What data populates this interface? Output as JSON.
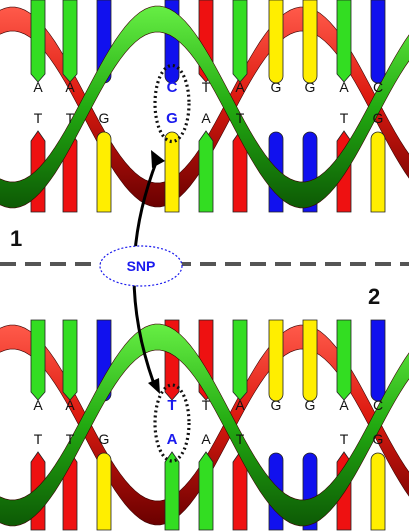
{
  "colors": {
    "A": "#33dd22",
    "T": "#ee1111",
    "C": "#1111ee",
    "G": "#ffee00",
    "backbone_red": "#cc1111",
    "backbone_green": "#22aa11",
    "snp_text": "#1a1aee",
    "divider": "#555555"
  },
  "panels": [
    {
      "label": "1",
      "pairs": [
        {
          "top": "A",
          "bottom": "T"
        },
        {
          "top": "A",
          "bottom": "T"
        },
        {
          "top": "C",
          "bottom": "G"
        },
        {
          "top": "C",
          "bottom": "G",
          "snp": true
        },
        {
          "top": "T",
          "bottom": "A"
        },
        {
          "top": "A",
          "bottom": "T"
        },
        {
          "top": "G",
          "bottom": "C"
        },
        {
          "top": "G",
          "bottom": "C"
        },
        {
          "top": "A",
          "bottom": "T"
        },
        {
          "top": "C",
          "bottom": "G"
        }
      ],
      "letters": [
        {
          "top": "A",
          "bottom": "T"
        },
        {
          "top": "A",
          "bottom": "T"
        },
        {
          "top": "",
          "bottom": "G"
        },
        {
          "top": "C",
          "bottom": "G",
          "snp": true
        },
        {
          "top": "T",
          "bottom": "A"
        },
        {
          "top": "A",
          "bottom": "T"
        },
        {
          "top": "G",
          "bottom": ""
        },
        {
          "top": "G",
          "bottom": ""
        },
        {
          "top": "A",
          "bottom": "T"
        },
        {
          "top": "C",
          "bottom": "G"
        }
      ]
    },
    {
      "label": "2",
      "pairs": [
        {
          "top": "A",
          "bottom": "T"
        },
        {
          "top": "A",
          "bottom": "T"
        },
        {
          "top": "C",
          "bottom": "G"
        },
        {
          "top": "T",
          "bottom": "A",
          "snp": true
        },
        {
          "top": "T",
          "bottom": "A"
        },
        {
          "top": "A",
          "bottom": "T"
        },
        {
          "top": "G",
          "bottom": "C"
        },
        {
          "top": "G",
          "bottom": "C"
        },
        {
          "top": "A",
          "bottom": "T"
        },
        {
          "top": "C",
          "bottom": "G"
        }
      ],
      "letters": [
        {
          "top": "A",
          "bottom": "T"
        },
        {
          "top": "A",
          "bottom": "T"
        },
        {
          "top": "",
          "bottom": "G"
        },
        {
          "top": "T",
          "bottom": "A",
          "snp": true
        },
        {
          "top": "T",
          "bottom": "A"
        },
        {
          "top": "A",
          "bottom": "T"
        },
        {
          "top": "G",
          "bottom": ""
        },
        {
          "top": "G",
          "bottom": ""
        },
        {
          "top": "A",
          "bottom": "T"
        },
        {
          "top": "C",
          "bottom": "G"
        }
      ]
    }
  ],
  "snp_label": "SNP"
}
